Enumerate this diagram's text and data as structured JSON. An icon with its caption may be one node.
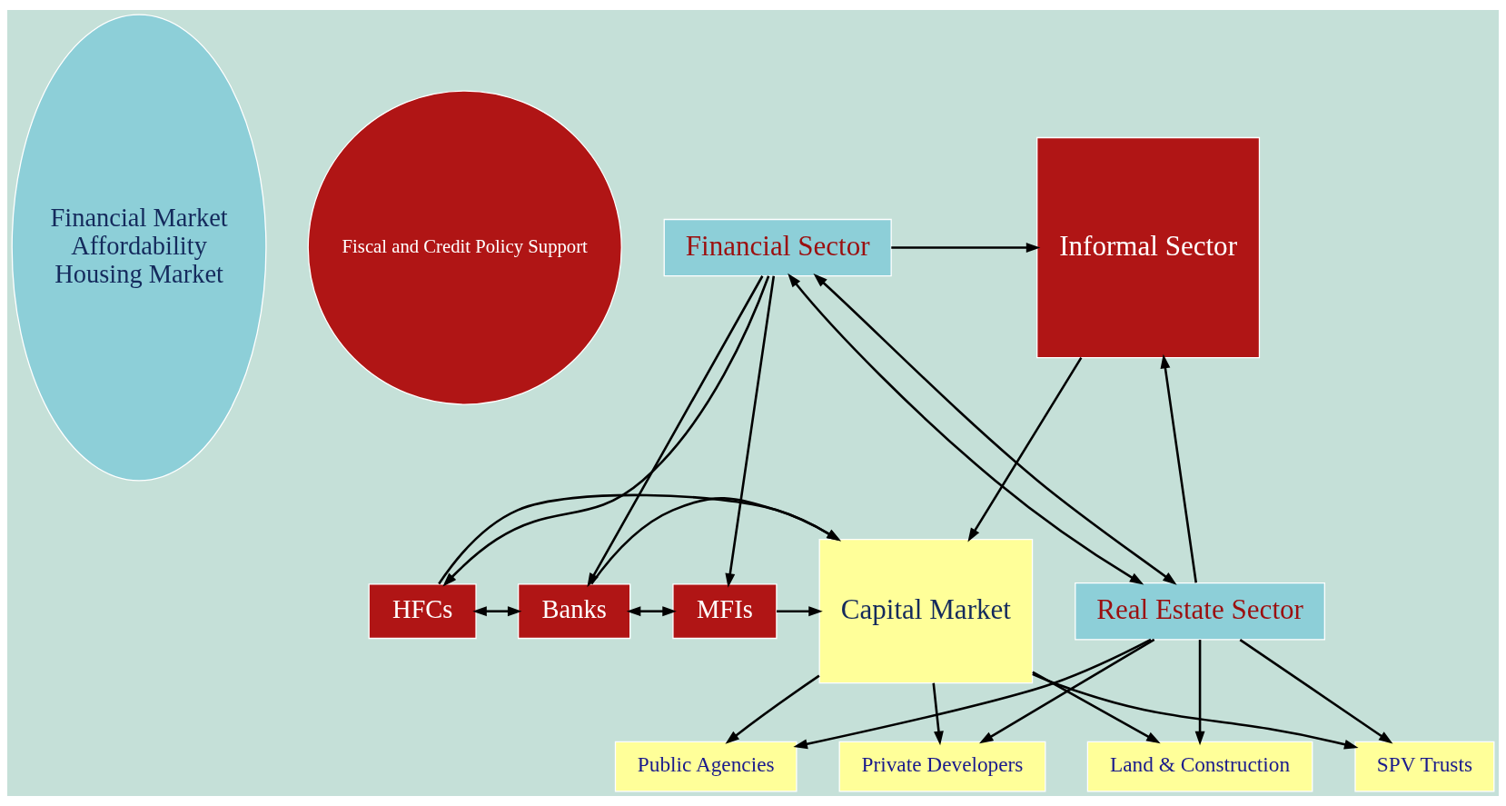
{
  "diagram": {
    "nodes": [
      {
        "text": [
          "Financial Market",
          "Affordability",
          "Housing Market"
        ]
      },
      {
        "text": [
          "Fiscal and Credit Policy Support"
        ]
      },
      {
        "text": [
          "HFCs"
        ]
      },
      {
        "text": [
          "Banks"
        ]
      },
      {
        "text": [
          "MFIs"
        ]
      },
      {
        "text": [
          "Capital Market"
        ]
      },
      {
        "text": [
          "Financial Sector"
        ]
      },
      {
        "text": [
          "Informal Sector"
        ]
      },
      {
        "text": [
          "Real Estate Sector"
        ]
      },
      {
        "text": [
          "Public Agencies"
        ]
      },
      {
        "text": [
          "Private Developers"
        ]
      },
      {
        "text": [
          "Land & Construction"
        ]
      },
      {
        "text": [
          "SPV Trusts"
        ]
      }
    ],
    "edges": [
      {
        "from": 2,
        "to": 5,
        "arrow": "to"
      },
      {
        "from": 3,
        "to": 5,
        "arrow": "to"
      },
      {
        "from": 4,
        "to": 5,
        "arrow": "to"
      },
      {
        "from": 2,
        "to": 3,
        "arrow": "both"
      },
      {
        "from": 3,
        "to": 4,
        "arrow": "both"
      },
      {
        "from": 6,
        "to": 2,
        "arrow": "to"
      },
      {
        "from": 6,
        "to": 3,
        "arrow": "to"
      },
      {
        "from": 6,
        "to": 4,
        "arrow": "to"
      },
      {
        "from": 6,
        "to": 8,
        "arrow": "both"
      },
      {
        "from": 6,
        "to": 8,
        "arrow": "both"
      },
      {
        "from": 6,
        "to": 7,
        "arrow": "to"
      },
      {
        "from": 8,
        "to": 7,
        "arrow": "to"
      },
      {
        "from": 7,
        "to": 5,
        "arrow": "to"
      },
      {
        "from": 8,
        "to": 9,
        "arrow": "to"
      },
      {
        "from": 8,
        "to": 10,
        "arrow": "to"
      },
      {
        "from": 8,
        "to": 11,
        "arrow": "to"
      },
      {
        "from": 8,
        "to": 12,
        "arrow": "to"
      },
      {
        "from": 5,
        "to": 9,
        "arrow": "to"
      },
      {
        "from": 5,
        "to": 10,
        "arrow": "to"
      },
      {
        "from": 5,
        "to": 11,
        "arrow": "to"
      },
      {
        "from": 5,
        "to": 12,
        "arrow": "to"
      }
    ]
  }
}
